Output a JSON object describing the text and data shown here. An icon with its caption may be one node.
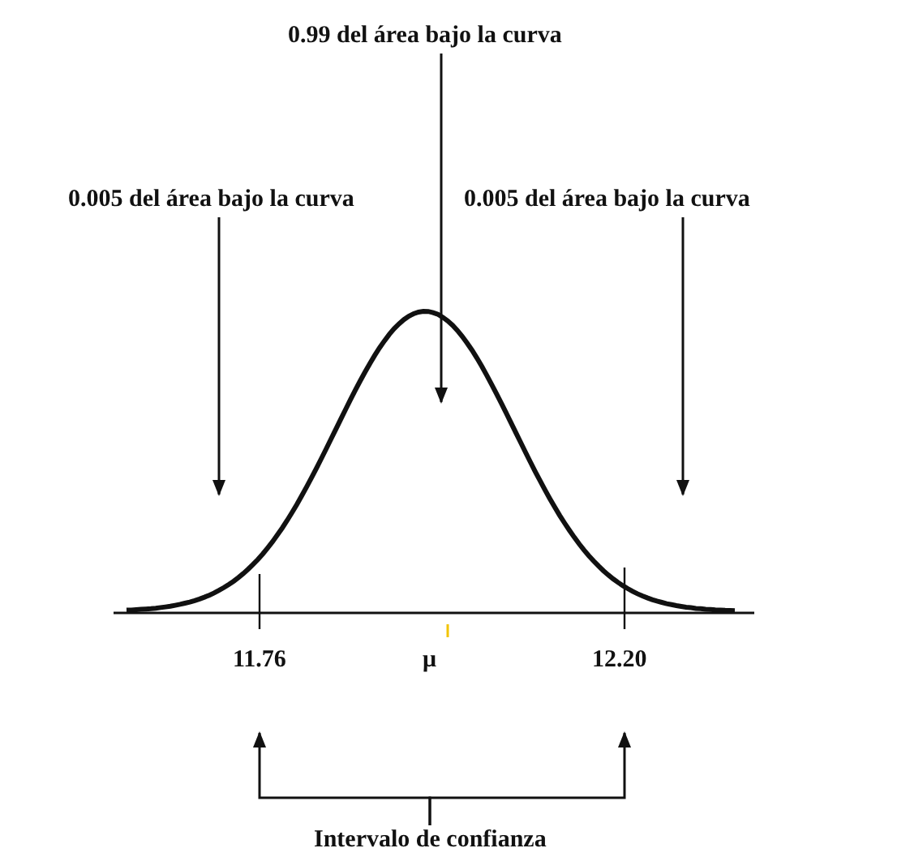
{
  "diagram": {
    "nodes": [
      {
        "text": [
          "0.99 del área bajo la curva"
        ]
      },
      {
        "text": [
          "0.005 del área bajo la curva"
        ]
      },
      {
        "text": [
          "0.005 del área bajo la curva"
        ]
      },
      {
        "text": [
          "11.76"
        ]
      },
      {
        "text": [
          "12.20"
        ]
      },
      {
        "text": [
          "Intervalo de confianza"
        ]
      }
    ],
    "edges": [
      {
        "from": 0,
        "to": null,
        "arrow": "to"
      },
      {
        "from": 1,
        "to": null,
        "arrow": "to"
      },
      {
        "from": 2,
        "to": null,
        "arrow": "to"
      },
      {
        "from": 5,
        "to": 3,
        "arrow": "to"
      },
      {
        "from": 5,
        "to": 4,
        "arrow": "to"
      }
    ],
    "labels": [
      "μ"
    ]
  }
}
